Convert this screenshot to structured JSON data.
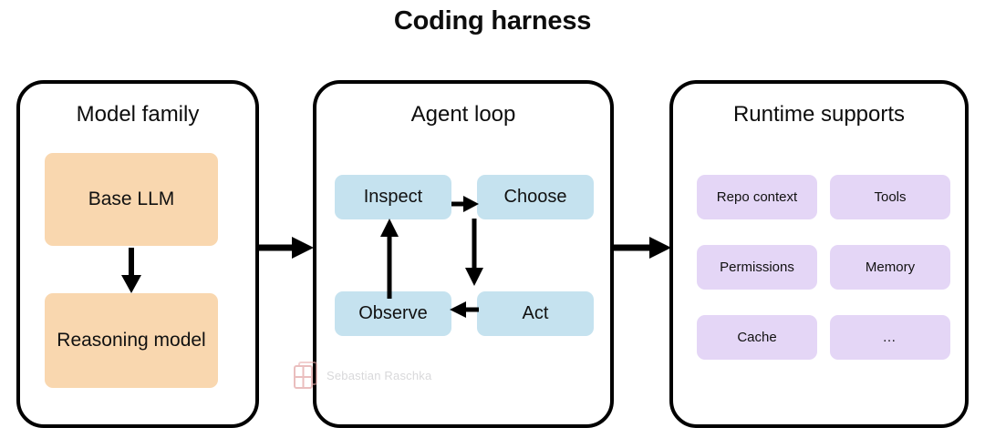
{
  "title": "Coding harness",
  "colors": {
    "panel_border": "#000000",
    "model_family_box": "#F9D7AF",
    "agent_loop_box": "#C5E2EF",
    "runtime_box": "#E4D6F6",
    "background": "#FFFFFF",
    "text": "#111111",
    "watermark_text": "#B9B9BD",
    "watermark_logo": "#E9A9A9"
  },
  "panels": [
    {
      "id": "model-family",
      "title": "Model family",
      "nodes": [
        {
          "id": "base-llm",
          "label": "Base LLM"
        },
        {
          "id": "reasoning-model",
          "label": "Reasoning model"
        }
      ]
    },
    {
      "id": "agent-loop",
      "title": "Agent loop",
      "nodes": [
        {
          "id": "inspect",
          "label": "Inspect"
        },
        {
          "id": "choose",
          "label": "Choose"
        },
        {
          "id": "observe",
          "label": "Observe"
        },
        {
          "id": "act",
          "label": "Act"
        }
      ]
    },
    {
      "id": "runtime-supports",
      "title": "Runtime supports",
      "nodes": [
        {
          "id": "repo-context",
          "label": "Repo context"
        },
        {
          "id": "tools",
          "label": "Tools"
        },
        {
          "id": "permissions",
          "label": "Permissions"
        },
        {
          "id": "memory",
          "label": "Memory"
        },
        {
          "id": "cache",
          "label": "Cache"
        },
        {
          "id": "ellipsis",
          "label": "…"
        }
      ]
    }
  ],
  "arrows": [
    {
      "id": "family-to-loop",
      "from": "model-family",
      "to": "agent-loop",
      "direction": "right"
    },
    {
      "id": "loop-to-runtime",
      "from": "agent-loop",
      "to": "runtime-supports",
      "direction": "right"
    },
    {
      "id": "base-to-reasoning",
      "from": "base-llm",
      "to": "reasoning-model",
      "direction": "down"
    },
    {
      "id": "inspect-to-choose",
      "from": "inspect",
      "to": "choose",
      "direction": "right"
    },
    {
      "id": "choose-to-act",
      "from": "choose",
      "to": "act",
      "direction": "down"
    },
    {
      "id": "act-to-observe",
      "from": "act",
      "to": "observe",
      "direction": "left"
    },
    {
      "id": "observe-to-inspect",
      "from": "observe",
      "to": "inspect",
      "direction": "up"
    }
  ],
  "watermark": {
    "text": "Sebastian Raschka",
    "logo_name": "book-logo"
  }
}
